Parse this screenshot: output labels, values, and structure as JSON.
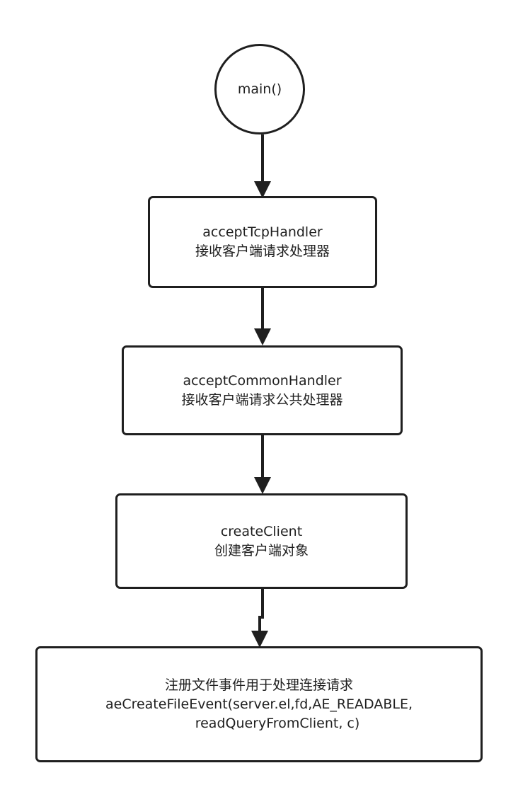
{
  "nodes": {
    "start": {
      "label": "main()"
    },
    "accept_tcp": {
      "line1": "acceptTcpHandler",
      "line2": "接收客户端请求处理器"
    },
    "accept_common": {
      "line1": "acceptCommonHandler",
      "line2": "接收客户端请求公共处理器"
    },
    "create_client": {
      "line1": "createClient",
      "line2": "创建客户端对象"
    },
    "register_event": {
      "line1": "注册文件事件用于处理连接请求",
      "line2": "aeCreateFileEvent(server.el,fd,AE_READABLE,",
      "line3": "readQueryFromClient, c)"
    }
  },
  "colors": {
    "stroke": "#1f1f1f",
    "background": "#ffffff"
  }
}
